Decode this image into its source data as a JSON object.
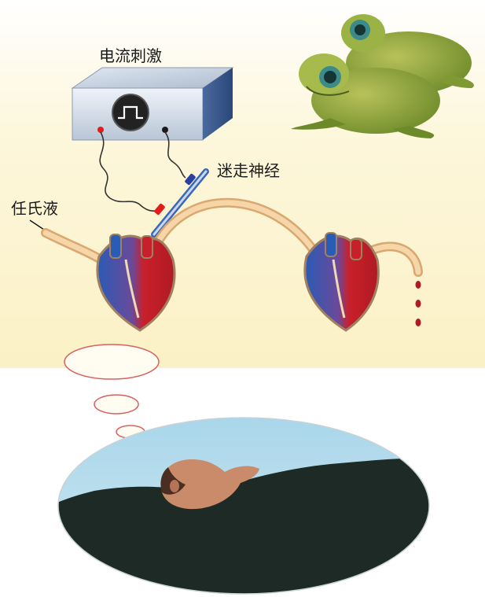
{
  "labels": {
    "stimulator": "电流刺激",
    "vagus_nerve": "迷走神经",
    "ringer_solution": "任氏液"
  },
  "colors": {
    "background_top": "#fdf7dc",
    "vein_blue": "#2a5bb5",
    "artery_red": "#c8202a",
    "tube": "#f3c790",
    "sky": "#a9d6ea",
    "silhouette": "#1d2a25",
    "frog_green": "#8ea63c"
  },
  "icons": {
    "stimulator": "stimulator-box-icon",
    "frog": "frog-icon",
    "heart": "heart-icon",
    "person": "sleeping-person-icon"
  }
}
